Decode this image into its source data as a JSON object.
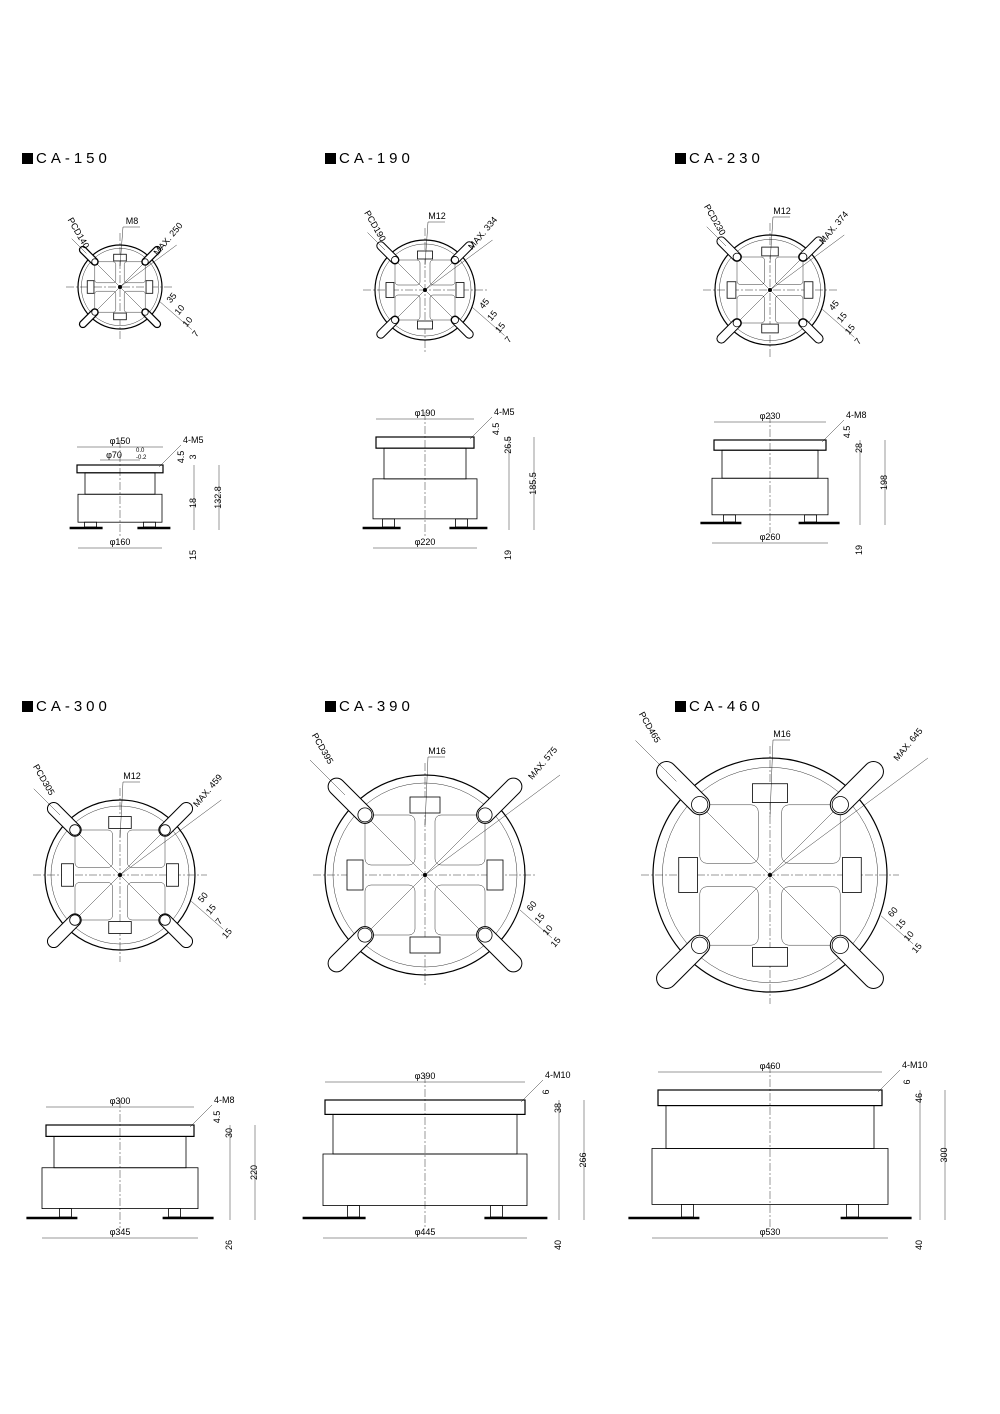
{
  "models": [
    {
      "name": "CA-150",
      "pcd": "PCD140",
      "bolt": "M8",
      "max": "MAX. 250",
      "clamp_dims": [
        "35",
        "10",
        "10",
        "7"
      ],
      "top_dia": "φ150",
      "inner_dia": "φ70",
      "inner_tol": [
        "0.0",
        "-0.2"
      ],
      "base_dia": "φ160",
      "tap": "4-M5",
      "heights": [
        "4.5",
        "3",
        "18",
        "132.8",
        "15"
      ]
    },
    {
      "name": "CA-190",
      "pcd": "PCD190",
      "bolt": "M12",
      "max": "MAX. 334",
      "clamp_dims": [
        "45",
        "15",
        "15",
        "7"
      ],
      "top_dia": "φ190",
      "base_dia": "φ220",
      "tap": "4-M5",
      "heights": [
        "4.5",
        "26.5",
        "185.5",
        "19"
      ]
    },
    {
      "name": "CA-230",
      "pcd": "PCD230",
      "bolt": "M12",
      "max": "MAX. 374",
      "clamp_dims": [
        "45",
        "15",
        "15",
        "7"
      ],
      "top_dia": "φ230",
      "base_dia": "φ260",
      "tap": "4-M8",
      "heights": [
        "4.5",
        "28",
        "198",
        "19"
      ]
    },
    {
      "name": "CA-300",
      "pcd": "PCD305",
      "bolt": "M12",
      "max": "MAX. 459",
      "clamp_dims": [
        "50",
        "15",
        "7",
        "15"
      ],
      "top_dia": "φ300",
      "base_dia": "φ345",
      "tap": "4-M8",
      "heights": [
        "4.5",
        "30",
        "220",
        "26"
      ]
    },
    {
      "name": "CA-390",
      "pcd": "PCD395",
      "bolt": "M16",
      "max": "MAX. 575",
      "clamp_dims": [
        "60",
        "15",
        "10",
        "15"
      ],
      "top_dia": "φ390",
      "base_dia": "φ445",
      "tap": "4-M10",
      "heights": [
        "6",
        "38",
        "266",
        "40"
      ]
    },
    {
      "name": "CA-460",
      "pcd": "PCD465",
      "bolt": "M16",
      "max": "MAX. 645",
      "clamp_dims": [
        "60",
        "15",
        "10",
        "15"
      ],
      "top_dia": "φ460",
      "base_dia": "φ530",
      "tap": "4-M10",
      "heights": [
        "6",
        "46",
        "300",
        "40"
      ]
    }
  ]
}
